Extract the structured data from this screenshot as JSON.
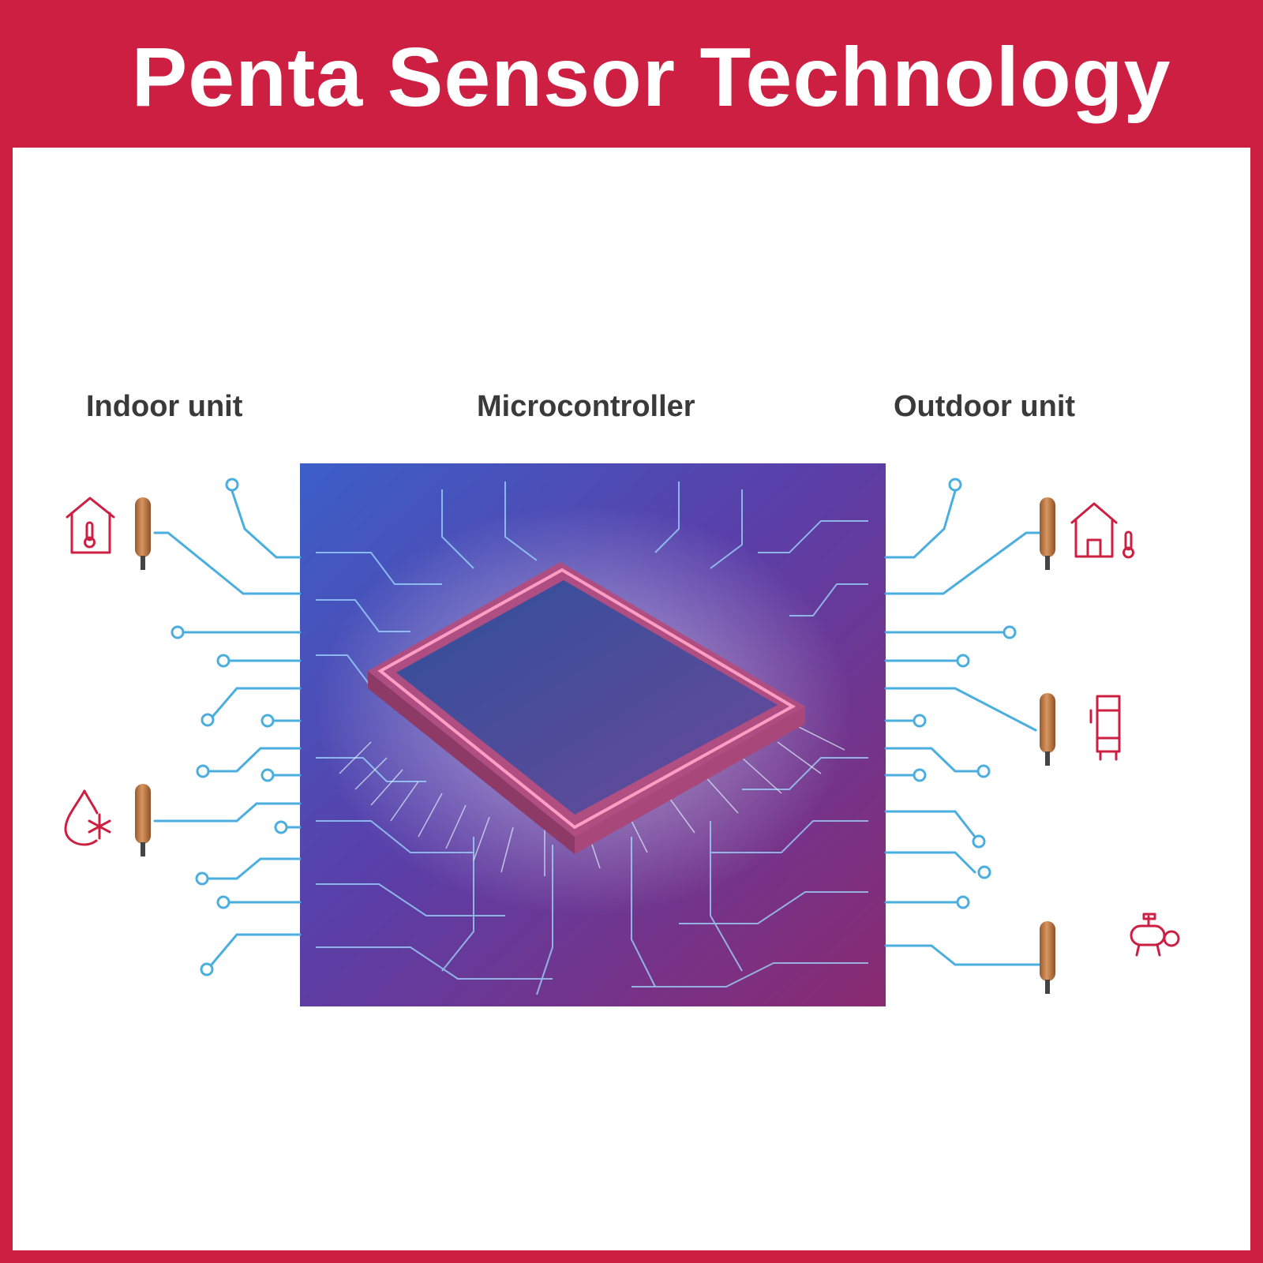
{
  "title": "Penta Sensor Technology",
  "labels": {
    "indoor": "Indoor unit",
    "microcontroller": "Microcontroller",
    "outdoor": "Outdoor unit"
  },
  "colors": {
    "brand_red": "#cc1f42",
    "trace_blue": "#4aaedf",
    "sensor_copper": "#c07a45",
    "label_gray": "#3a3a3a"
  },
  "icons": {
    "indoor": [
      "house-thermometer-icon",
      "water-drop-snowflake-icon"
    ],
    "outdoor": [
      "house-thermometer-icon",
      "heat-exchanger-coil-icon",
      "compressor-icon"
    ]
  }
}
